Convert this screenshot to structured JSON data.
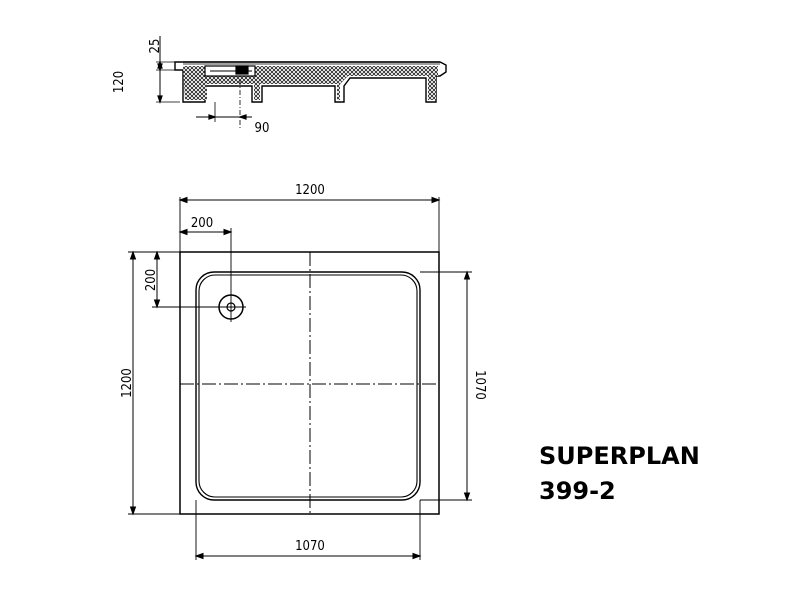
{
  "product": {
    "name": "SUPERPLAN",
    "code": "399-2"
  },
  "section_dims": {
    "depth_rim": "25",
    "total_height": "120",
    "drain_offset": "90"
  },
  "plan_dims": {
    "outer_width": "1200",
    "outer_height": "1200",
    "drain_x": "200",
    "drain_y": "200",
    "inner_width": "1070",
    "inner_height": "1070"
  },
  "colors": {
    "line": "#000000",
    "background": "#ffffff"
  }
}
